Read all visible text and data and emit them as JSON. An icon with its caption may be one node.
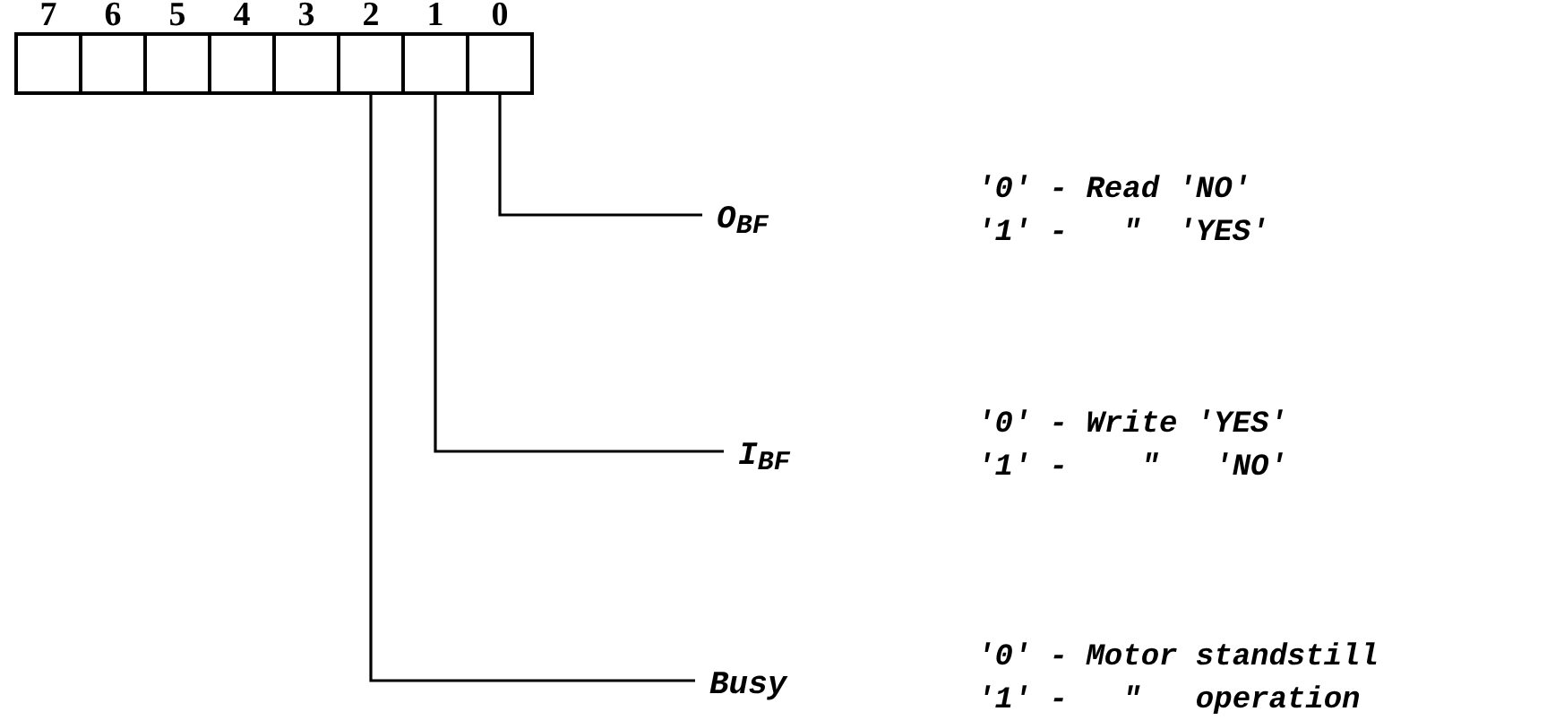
{
  "diagram": {
    "nodes": [
      {
        "text": [
          "7"
        ]
      },
      {
        "text": [
          "6"
        ]
      },
      {
        "text": [
          "5"
        ]
      },
      {
        "text": [
          "4"
        ]
      },
      {
        "text": [
          "3"
        ]
      },
      {
        "text": [
          "2"
        ]
      },
      {
        "text": [
          "1"
        ]
      },
      {
        "text": [
          "0"
        ]
      },
      {
        "text": [
          "O$_{BF}$"
        ],
        "beside": [
          "'0' - Read 'NO'",
          "'1' -   \"  'YES'"
        ]
      },
      {
        "text": [
          "I$_{BF}$"
        ],
        "beside": [
          "'0' - Write 'YES'",
          "'1' -    \"   'NO'"
        ]
      },
      {
        "text": [
          "Busy"
        ],
        "beside": [
          "'0' - Motor standstill",
          "'1' -   \"   operation"
        ]
      }
    ],
    "edges": [
      {
        "from": 7,
        "to": 8,
        "arrow": "none"
      },
      {
        "from": 6,
        "to": 9,
        "arrow": "none"
      },
      {
        "from": 5,
        "to": 10,
        "arrow": "none"
      }
    ]
  }
}
